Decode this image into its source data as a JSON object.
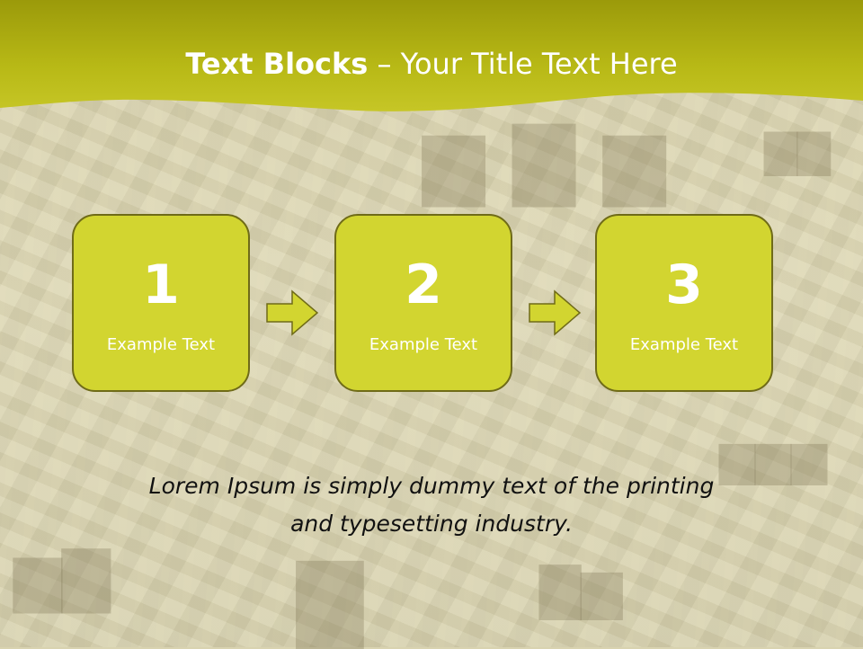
{
  "header": {
    "title_bold": "Text Blocks",
    "title_rest": " – Your Title Text Here"
  },
  "steps": [
    {
      "number": "1",
      "label": "Example Text"
    },
    {
      "number": "2",
      "label": "Example Text"
    },
    {
      "number": "3",
      "label": "Example Text"
    }
  ],
  "body": {
    "line1": "Lorem Ipsum is simply dummy text of the printing",
    "line2": "and typesetting industry."
  },
  "colors": {
    "header": "#a8a90c",
    "box_fill": "#d2d530",
    "box_border": "#6f6b18",
    "arrow": "#d2d530"
  },
  "icons": {
    "arrow": "right-arrow-icon"
  }
}
